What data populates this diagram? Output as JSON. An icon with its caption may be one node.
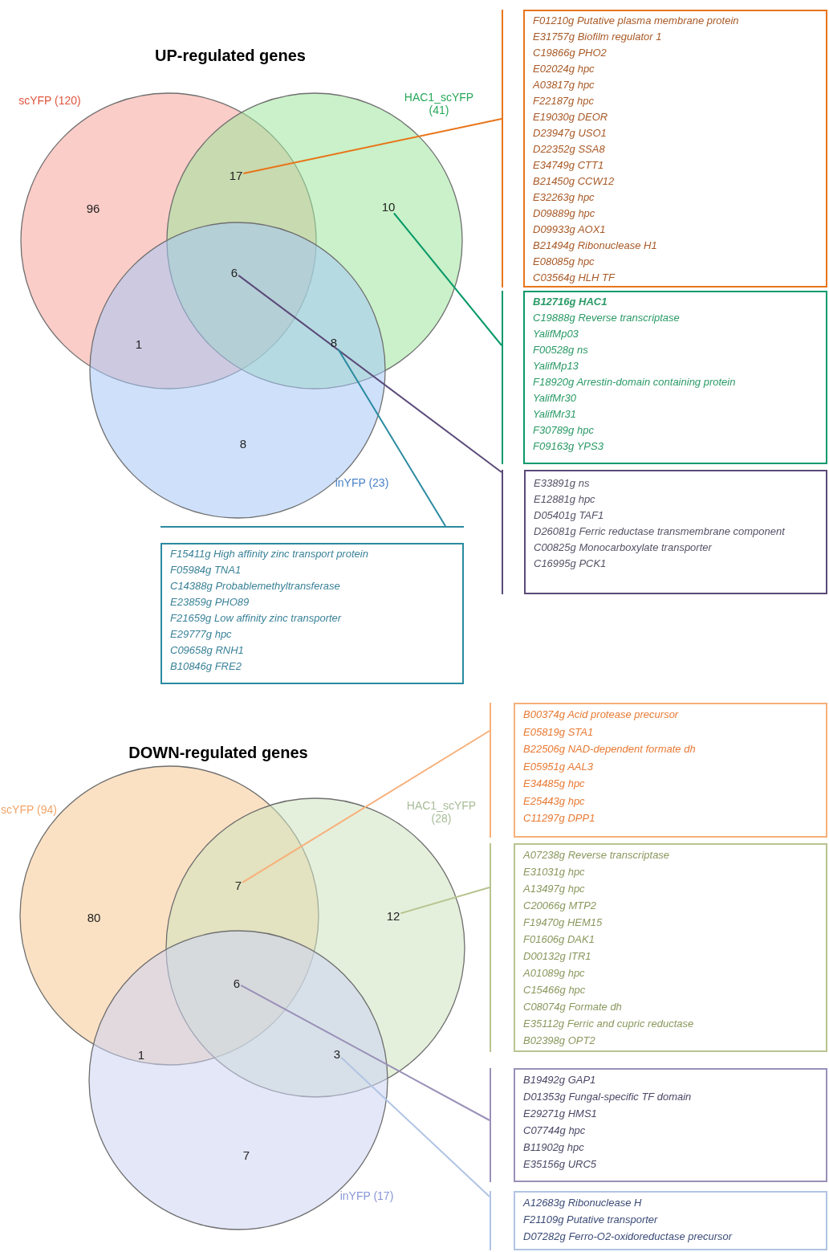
{
  "diagram": {
    "nodes": [
      {
        "text": [],
        "shape": "circle",
        "beside": [
          "scYFP (120)"
        ]
      },
      {
        "text": [],
        "shape": "circle",
        "beside": [
          "HAC1_scYFP (41)"
        ]
      },
      {
        "text": [],
        "shape": "circle",
        "beside": [
          "inYFP (23)"
        ]
      },
      {
        "text": [
          "17"
        ]
      },
      {
        "text": [
          "10"
        ],
        "in": 1
      },
      {
        "text": [
          "6"
        ]
      },
      {
        "text": [
          "8"
        ]
      },
      {
        "text": [
          "F01210g Putative plasma membrane protein",
          "E31757g Biofilm regulator 1",
          "C19866g PHO2",
          "E02024g hpc",
          "A03817g hpc",
          "F22187g hpc",
          "E19030g DEOR",
          "D23947g USO1",
          "D22352g SSA8",
          "E34749g CTT1",
          "B21450g CCW12",
          "E32263g hpc",
          "D09889g hpc",
          "D09933g AOX1",
          "B21494g Ribonuclease H1",
          "E08085g hpc",
          "C03564g HLH TF"
        ]
      },
      {
        "text": [
          "B12716g HAC1",
          "C19888g Reverse transcriptase",
          "YalifMp03",
          "F00528g ns",
          "YalifMp13",
          "F18920g Arrestin-domain containing protein",
          "YalifMr30",
          "YalifMr31",
          "F30789g hpc",
          "F09163g YPS3"
        ]
      },
      {
        "text": [
          "E33891g ns",
          "E12881g hpc",
          "D05401g TAF1",
          "D26081g Ferric reductase transmembrane component",
          "C00825g Monocarboxylate transporter",
          "C16995g PCK1"
        ]
      },
      {
        "text": [
          "F15411g High affinity zinc transport protein",
          "F05984g TNA1",
          "C14388g Probablemethyltransferase",
          "E23859g PHO89",
          "F21659g Low affinity zinc transporter",
          "E29777g hpc",
          "C09658g RNH1",
          "B10846g FRE2"
        ]
      },
      {
        "text": [],
        "shape": "circle",
        "beside": [
          "scYFP (94)"
        ]
      },
      {
        "text": [],
        "shape": "circle",
        "beside": [
          "HAC1_scYFP (28)"
        ]
      },
      {
        "text": [],
        "shape": "circle",
        "beside": [
          "inYFP (17)"
        ]
      },
      {
        "text": [
          "7"
        ]
      },
      {
        "text": [
          "12"
        ],
        "in": 12
      },
      {
        "text": [
          "6"
        ]
      },
      {
        "text": [
          "3"
        ]
      },
      {
        "text": [
          "B00374g Acid protease precursor",
          "E05819g STA1",
          "B22506g NAD-dependent formate dh",
          "E05951g AAL3",
          "E34485g hpc",
          "E25443g hpc",
          "C11297g DPP1"
        ]
      },
      {
        "text": [
          "A07238g Reverse transcriptase",
          "E31031g hpc",
          "A13497g hpc",
          "C20066g MTP2",
          "F19470g HEM15",
          "F01606g DAK1",
          "D00132g ITR1",
          "A01089g hpc",
          "C15466g hpc",
          "C08074g Formate dh",
          "E35112g Ferric and cupric reductase",
          "B02398g OPT2"
        ]
      },
      {
        "text": [
          "B19492g GAP1",
          "D01353g Fungal-specific TF domain",
          "E29271g HMS1",
          "C07744g hpc",
          "B11902g hpc",
          "E35156g URC5"
        ]
      },
      {
        "text": [
          "A12683g Ribonuclease H",
          "F21109g Putative transporter",
          "D07282g Ferro-O2-oxidoreductase precursor"
        ]
      }
    ],
    "edges": [
      {
        "from": 3,
        "to": 7,
        "arrow": "none",
        "color": "#e8751a"
      },
      {
        "from": 4,
        "to": 8,
        "arrow": "none",
        "color": "#0a9a6a"
      },
      {
        "from": 5,
        "to": 9,
        "arrow": "none",
        "color": "#5a4a78"
      },
      {
        "from": 6,
        "to": 10,
        "arrow": "none",
        "color": "#2a8aa0"
      },
      {
        "from": 14,
        "to": 18,
        "arrow": "none",
        "color": "#f7b07a"
      },
      {
        "from": 15,
        "to": 19,
        "arrow": "none",
        "color": "#b8c490"
      },
      {
        "from": 16,
        "to": 20,
        "arrow": "none",
        "color": "#9a90b8"
      },
      {
        "from": 17,
        "to": 21,
        "arrow": "none",
        "color": "#b0c4e4"
      }
    ],
    "labels": [
      "UP-regulated genes",
      "96",
      "1",
      "8",
      "DOWN-regulated genes",
      "80",
      "1",
      "7"
    ]
  }
}
